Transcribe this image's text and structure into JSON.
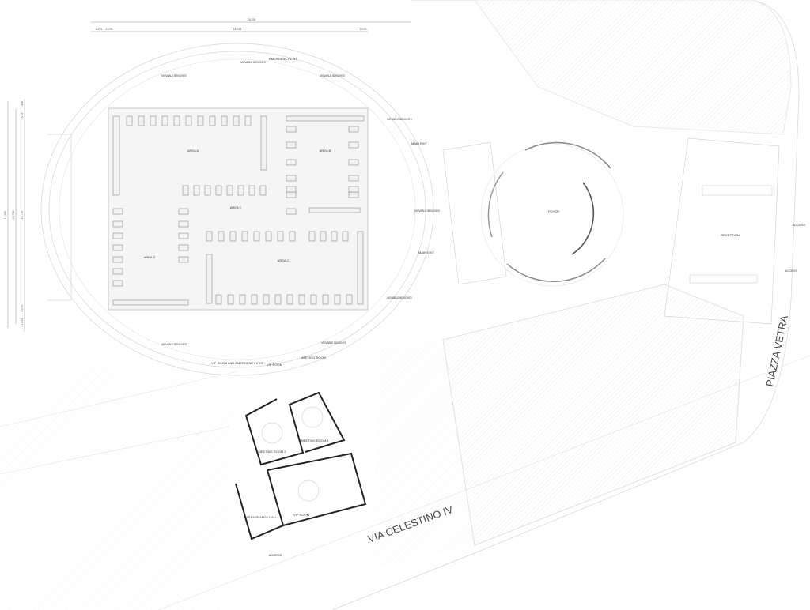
{
  "dimensions": {
    "top_total": "25,534",
    "top_parts": [
      "1,201",
      "2,075",
      "18,784",
      "2,075"
    ],
    "left_parts": [
      "17,585",
      "16,728",
      "15,776",
      "1,500",
      "2,075",
      "2,075",
      "1,815"
    ]
  },
  "labels": {
    "emergency_exit": "EMERGENCY EXIT",
    "movable_benches": "MOVABLE BENCHES",
    "main_exit": "MAIN EXIT",
    "foyer": "FOYER",
    "reception": "RECEPTION",
    "access": "ACCESS",
    "meeting_room": "MEETING ROOM",
    "vip_room": "VIP ROOM",
    "vip_room_emergency": "VIP ROOM AND EMERGENCY EXIT",
    "meeting_room_1": "MEETING ROOM 1",
    "meeting_room_2": "MEETING ROOM 2",
    "vip_room_inner": "VIP ROOM",
    "vip_entrance_hall": "VIP ENTRANCE HALL"
  },
  "areas": [
    {
      "name": "AREA A"
    },
    {
      "name": "AREA B"
    },
    {
      "name": "AREA C"
    },
    {
      "name": "AREA D"
    },
    {
      "name": "AREA E"
    }
  ],
  "streets": {
    "via": "VIA CELESTINO IV",
    "piazza": "PIAZZA VETRA"
  }
}
